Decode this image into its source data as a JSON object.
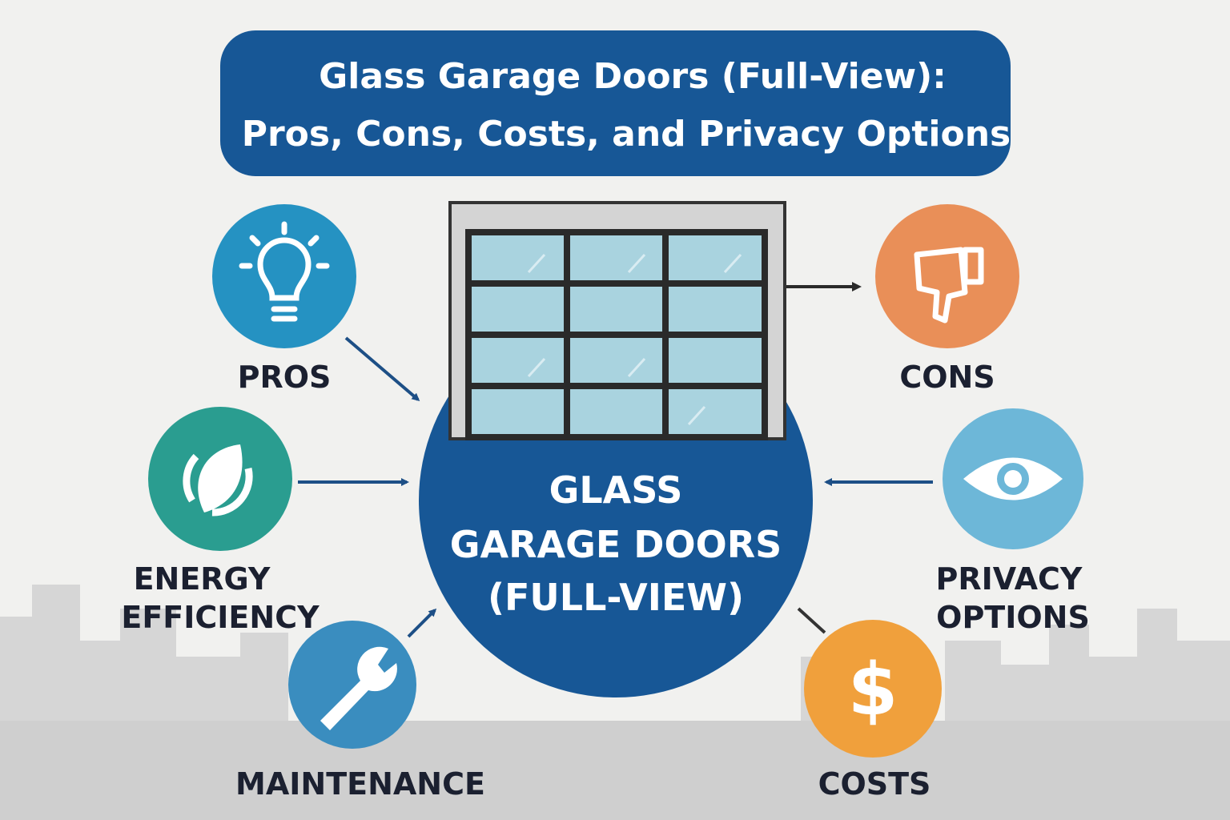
{
  "title": {
    "line1": "Glass Garage Doors (Full-View):",
    "line2": "Pros, Cons, Costs, and Privacy Options"
  },
  "center": {
    "line1": "GLASS",
    "line2": "GARAGE DOORS",
    "line3": "(FULL-VIEW)"
  },
  "nodes": {
    "pros": {
      "label": "PROS",
      "icon": "lightbulb-icon",
      "color": "#2592c2"
    },
    "energy": {
      "line1": "ENERGY",
      "line2": "EFFICIENCY",
      "icon": "leaf-icon",
      "color": "#2a9d90"
    },
    "maintenance": {
      "label": "MAINTENANCE",
      "icon": "wrench-icon",
      "color": "#3a8dbf"
    },
    "cons": {
      "label": "CONS",
      "icon": "thumbs-down-icon",
      "color": "#e98f58"
    },
    "privacy": {
      "line1": "PRIVACY",
      "line2": "OPTIONS",
      "icon": "eye-icon",
      "color": "#6db7d8"
    },
    "costs": {
      "label": "COSTS",
      "icon": "dollar-icon",
      "color": "#f0a03c"
    }
  },
  "colors": {
    "primary": "#175796",
    "glass": "#a9d3df"
  }
}
